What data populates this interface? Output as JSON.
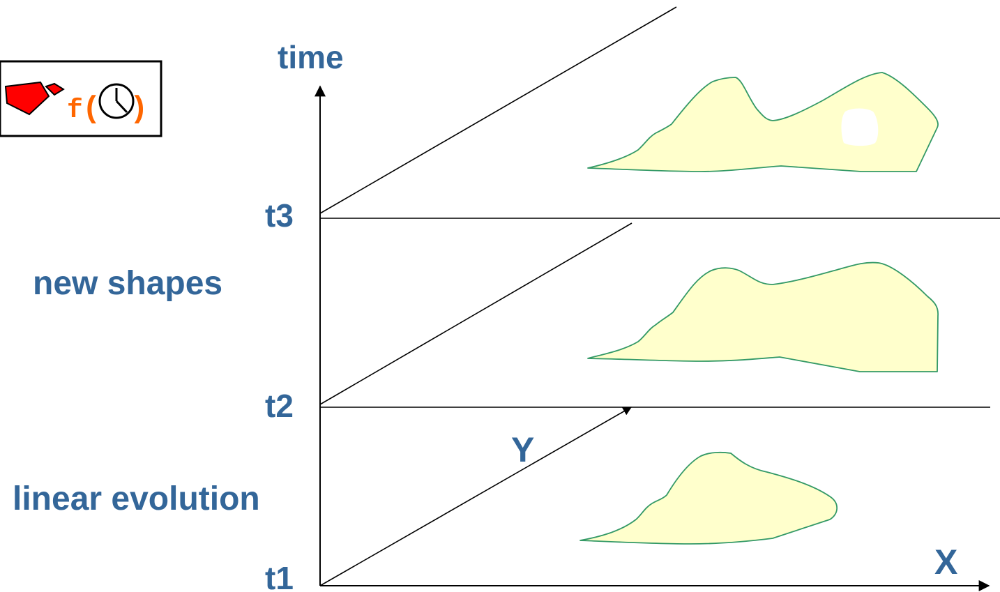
{
  "legend": {
    "function_letter": "f",
    "open_paren": "(",
    "close_paren": ")"
  },
  "axes": {
    "time_label": "time",
    "x_label": "X",
    "y_label": "Y"
  },
  "time_ticks": [
    "t1",
    "t2",
    "t3"
  ],
  "notes": {
    "upper": "new shapes",
    "lower": "linear evolution"
  },
  "colors": {
    "label": "#336699",
    "shape_fill": "#ffffcc",
    "shape_stroke": "#339966",
    "legend_shape": "#ff0000",
    "legend_function": "#ff6600"
  },
  "icons": [
    "red-polygon-icon",
    "clock-icon"
  ]
}
